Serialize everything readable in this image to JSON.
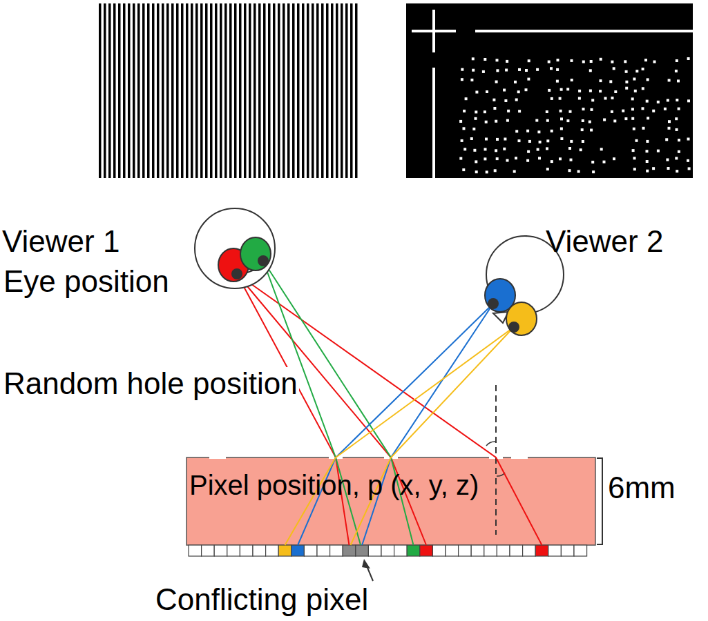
{
  "diagram": {
    "nodes": [
      {
        "text": [
          "Pixel position, p (x, y, z)"
        ]
      }
    ],
    "labels": [
      "Viewer 1",
      "Eye position",
      "Viewer 2",
      "Random hole position",
      "6mm",
      "Conflicting pixel"
    ]
  }
}
